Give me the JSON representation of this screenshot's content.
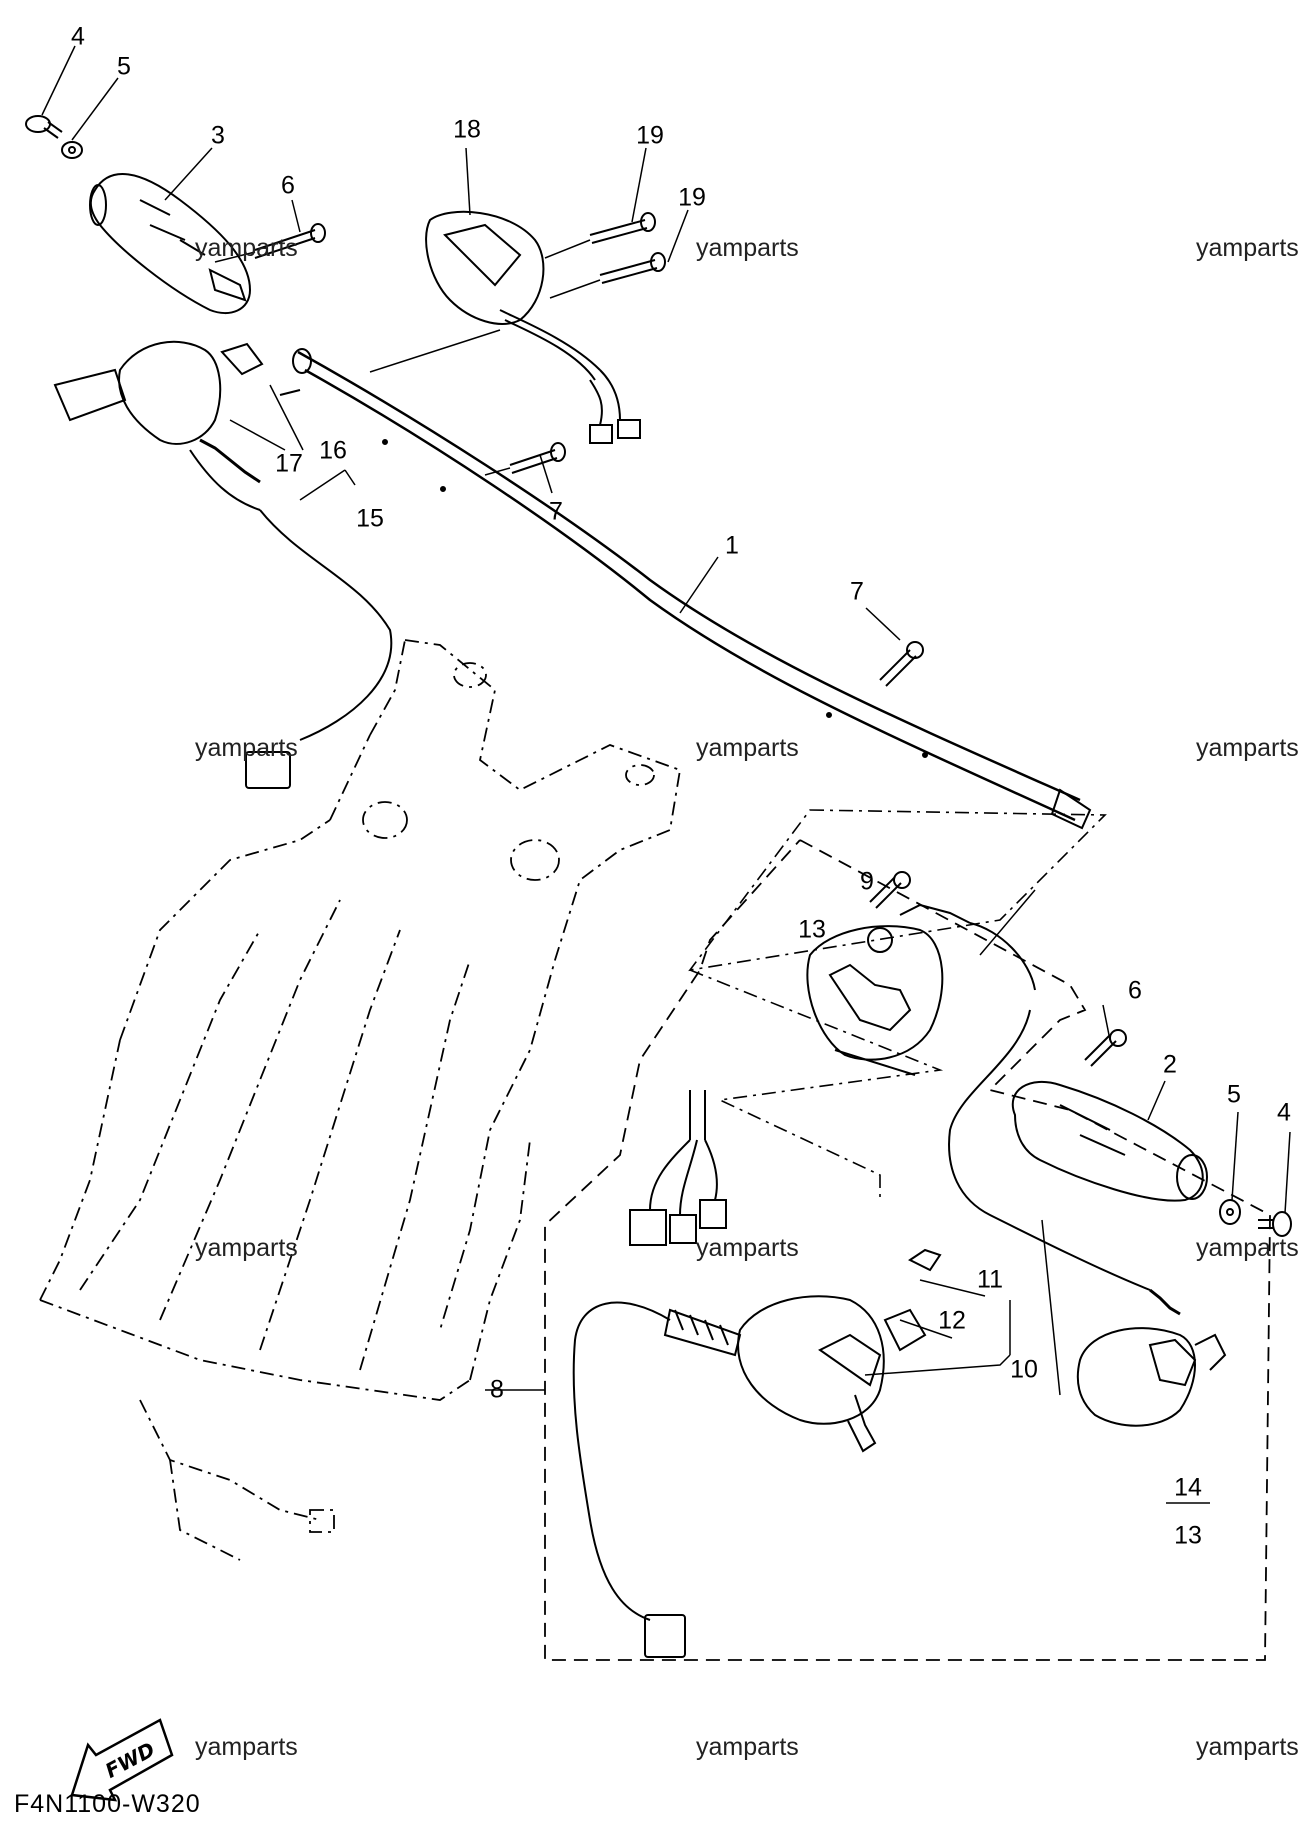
{
  "figure_code": "F4N1100-W320",
  "fwd_label": "FWD",
  "watermark": "yamparts",
  "callouts": {
    "c1": "1",
    "c2": "2",
    "c3": "3",
    "c4a": "4",
    "c4b": "4",
    "c5a": "5",
    "c5b": "5",
    "c6a": "6",
    "c6b": "6",
    "c7a": "7",
    "c7b": "7",
    "c8": "8",
    "c9": "9",
    "c10": "10",
    "c11": "11",
    "c12": "12",
    "c13a": "13",
    "c13b": "13",
    "c14": "14",
    "c15": "15",
    "c16": "16",
    "c17": "17",
    "c18": "18",
    "c19a": "19",
    "c19b": "19"
  }
}
